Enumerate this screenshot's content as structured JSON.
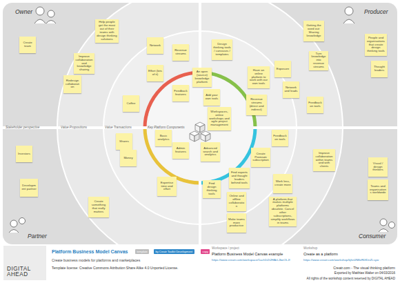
{
  "diagram": {
    "title": "Platform Business Model Canvas",
    "caption": "Create business models for platforms and marketplaces",
    "nodes": [
      {
        "text": [
          "Create team"
        ]
      },
      {
        "text": [
          "Help people get the most out of their teams with design thinking solutions"
        ]
      },
      {
        "text": [
          "Improve collaboration and knowledge sharing"
        ]
      },
      {
        "text": [
          "Redesign collaboration"
        ]
      },
      {
        "text": [
          "Network"
        ]
      },
      {
        "text": [
          "Revenue streams"
        ]
      },
      {
        "text": [
          "Effort (lots of it)"
        ]
      },
      {
        "text": [
          "Feedback features"
        ]
      },
      {
        "text": [
          "Coffee"
        ]
      },
      {
        "text": [
          "Design thinking tools / canvases / templates"
        ]
      },
      {
        "text": [
          "Getting the word out: Sharing knowledge"
        ]
      },
      {
        "text": [
          "People and organisations that create design thinking tools"
        ]
      },
      {
        "text": [
          "Turn knowledge into revenue streams"
        ]
      },
      {
        "text": [
          "Thought leaders"
        ]
      },
      {
        "text": [
          "An open (source) knowledge platform"
        ]
      },
      {
        "text": [
          "Have an online platform to work with our own tools"
        ]
      },
      {
        "text": [
          "Exposure"
        ]
      },
      {
        "text": [
          "Network and leads"
        ]
      },
      {
        "text": [
          "Add your own tools"
        ]
      },
      {
        "text": [
          "Revenue streams (direct and indirect)"
        ]
      },
      {
        "text": [
          "Feedback on tools"
        ]
      },
      {
        "text": [
          "Workspaces, online workshops and agile project management"
        ]
      },
      {
        "text": [
          "Investors"
        ]
      },
      {
        "text": [
          "Shares"
        ]
      },
      {
        "text": [
          "Basic analytics"
        ]
      },
      {
        "text": [
          "Admin features"
        ]
      },
      {
        "text": [
          "Advanced search and analytics"
        ]
      },
      {
        "text": [
          "Money"
        ]
      },
      {
        "text": [
          "Development partner"
        ]
      },
      {
        "text": [
          "Expertise time and effort"
        ]
      },
      {
        "text": [
          "Create something that really matters"
        ]
      },
      {
        "text": [
          "Feedback on tools"
        ]
      },
      {
        "text": [
          "Create Premium subscription"
        ]
      },
      {
        "text": [
          "Improve collaboration within teams and with clients"
        ]
      },
      {
        "text": [
          "Visual / design thinkers"
        ]
      },
      {
        "text": [
          "Find experts and thought leaders behind tools"
        ]
      },
      {
        "text": [
          "Work less, create more"
        ]
      },
      {
        "text": [
          "Teams and organisations worldwide"
        ]
      },
      {
        "text": [
          "Find design thinking tools"
        ]
      },
      {
        "text": [
          "Online and offline collaboration"
        ]
      },
      {
        "text": [
          "A platform that makes multiple platforms obsolete. Cancel other subscriptions, simplify workflows in teams"
        ]
      },
      {
        "text": [
          "Make teams more productive"
        ]
      },
      {
        "text": [
          "DIGITAL AHEAD"
        ]
      },
      {
        "text": [
          "template"
        ]
      },
      {
        "text": [
          "by Creatr Toolkit Development"
        ]
      },
      {
        "text": [
          "copy"
        ]
      }
    ],
    "labels": [
      "Owner",
      "Producer",
      "Stakeholder perspective",
      "Value Propositions",
      "Value Transactions",
      "Key Platform Components",
      "Partner",
      "Consumer",
      "Template license: Creative Commons Attribution Share Alike 4.0 Unported License.",
      "Workspace / project",
      "Platform Business Model Canvas example",
      "https://www.creatr.com/workspace/1ach1t2t2HArL2beOLJf",
      "Workshop",
      "Create as a platform",
      "https://www.creatr.com/workshop/kjhn0N8eR0fDnZLsyw",
      "Creatr.com - The visual thinking platform",
      "Exported by Matthias Walter on 04/03/2016",
      "All rights of the workshop content reserved by DIGITAL AHEAD"
    ]
  }
}
